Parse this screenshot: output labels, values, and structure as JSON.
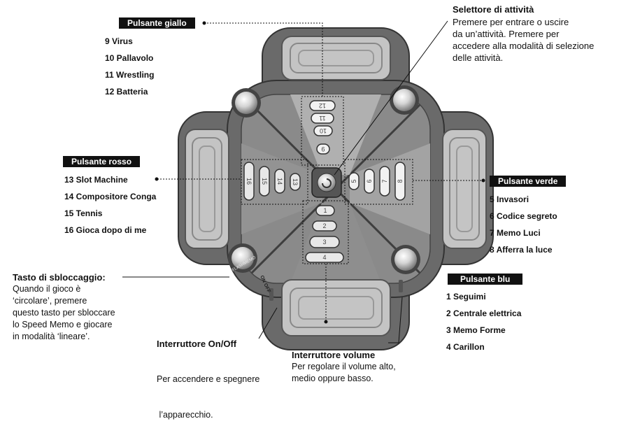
{
  "yellow": {
    "header": "Pulsante giallo",
    "items": [
      "9 Virus",
      "10 Pallavolo",
      "11 Wrestling",
      "12 Batteria"
    ]
  },
  "red": {
    "header": "Pulsante rosso",
    "items": [
      "13 Slot Machine",
      "14 Compositore Conga",
      "15 Tennis",
      "16 Gioca dopo di me"
    ]
  },
  "green": {
    "header": "Pulsante verde",
    "items": [
      "5 Invasori",
      "6 Codice segreto",
      "7 Memo Luci",
      "8 Afferra la luce"
    ]
  },
  "blue": {
    "header": "Pulsante blu",
    "items": [
      "1 Seguimi",
      "2 Centrale elettrica",
      "3 Memo Forme",
      "4 Carillon"
    ]
  },
  "activity_selector": {
    "title": "Selettore di attività",
    "lines": [
      "Premere per entrare o uscire",
      "da un’attività. Premere per",
      "accedere alla modalità di selezione",
      "delle attività."
    ]
  },
  "unlock": {
    "title": "Tasto di sbloccaggio:",
    "lines": [
      "Quando il gioco è",
      "‘circolare’, premere",
      "questo tasto per sbloccare",
      "lo Speed Memo e giocare",
      "in modalità ‘lineare’."
    ]
  },
  "power": {
    "title": "Interruttore On/Off",
    "lines": [
      "Per accendere e spegnere",
      " l’apparecchio."
    ]
  },
  "volume": {
    "title": "Interruttore volume",
    "lines": [
      "Per regolare il volume alto,",
      "medio oppure basso."
    ]
  },
  "device": {
    "top_nums": [
      "12",
      "11",
      "10",
      "9"
    ],
    "bottom_nums": [
      "1",
      "2",
      "3",
      "4"
    ],
    "left_nums": [
      "16",
      "15",
      "14",
      "13"
    ],
    "right_nums": [
      "5",
      "6",
      "7",
      "8"
    ],
    "side_label_left": "FLASHMEMO",
    "switch_label": "ON OFF"
  },
  "colors": {
    "body_dark": "#5a5a5a",
    "body_mid": "#858585",
    "inner": "#b5b5b5",
    "light": "#d8d8d8"
  }
}
